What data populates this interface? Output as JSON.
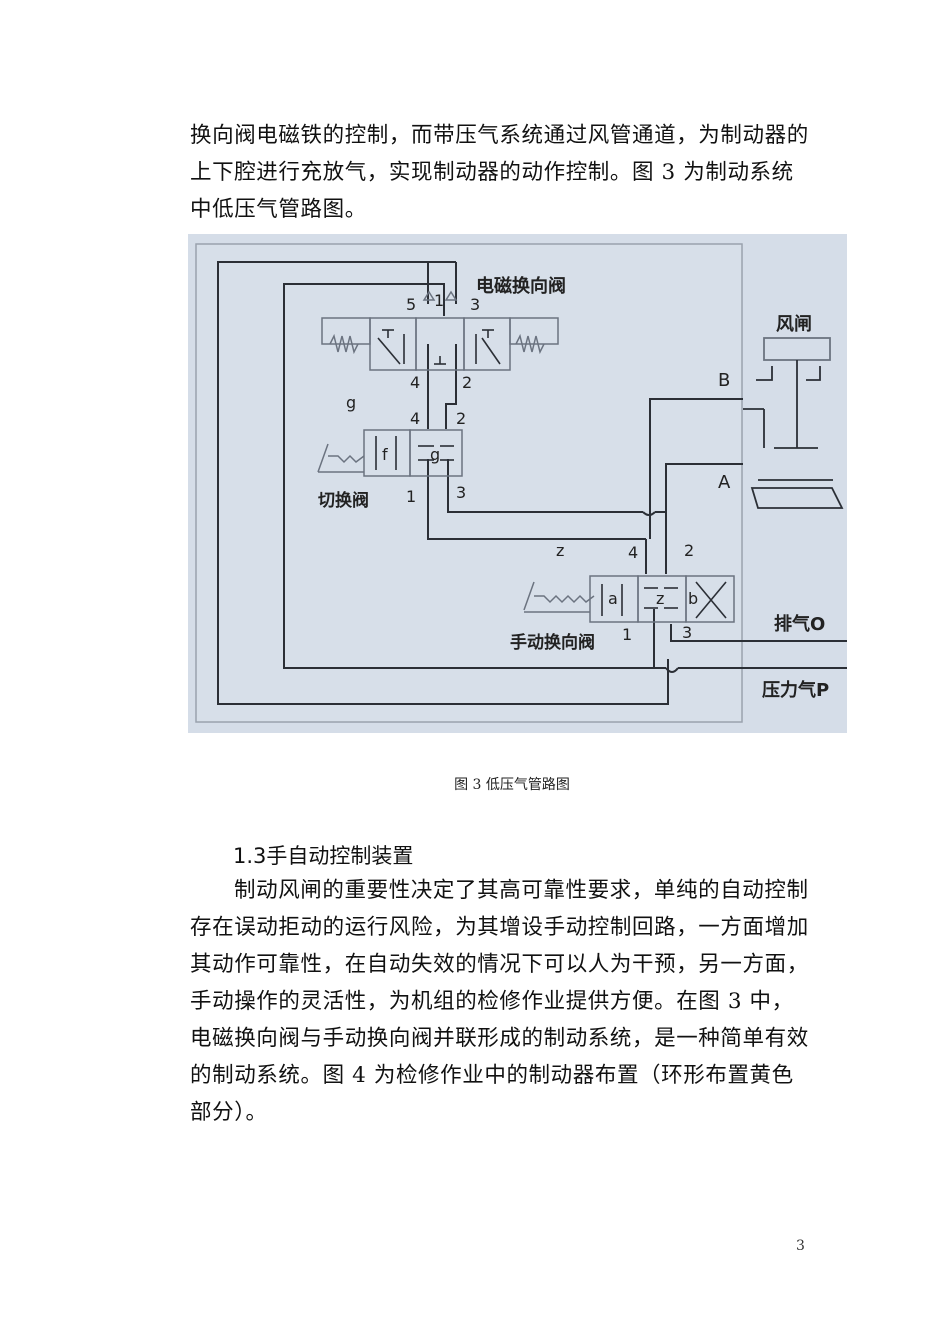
{
  "document": {
    "intro_paragraph": "换向阀电磁铁的控制，而带压气系统通过风管通道，为制动器的上下腔进行充放气，实现制动器的动作控制。图 3 为制动系统中低压气管路图。",
    "figure": {
      "caption": "图 3  低压气管路图",
      "labels": {
        "solenoid_valve": "电磁换向阀",
        "brake": "风闸",
        "switch_valve": "切换阀",
        "manual_valve": "手动换向阀",
        "exhaust": "排气O",
        "pressure_air": "压力气P",
        "port_b": "B",
        "port_a": "A",
        "solenoid_ports": [
          "5",
          "1",
          "3",
          "4",
          "2"
        ],
        "switch_ports": [
          "4",
          "2",
          "1",
          "3"
        ],
        "switch_positions": [
          "f",
          "g"
        ],
        "switch_lever_label": "g",
        "manual_ports": [
          "4",
          "2",
          "1",
          "3"
        ],
        "manual_positions": [
          "a",
          "z",
          "b"
        ],
        "manual_lever_label": "z"
      }
    },
    "section_heading": "1.3手自动控制装置",
    "body_paragraph": "制动风闸的重要性决定了其高可靠性要求，单纯的自动控制存在误动拒动的运行风险，为其增设手动控制回路，一方面增加其动作可靠性，在自动失效的情况下可以人为干预，另一方面，手动操作的灵活性，为机组的检修作业提供方便。在图 3 中，电磁换向阀与手动换向阀并联形成的制动系统，是一种简单有效的制动系统。图 4 为检修作业中的制动器布置（环形布置黄色部分）。",
    "page_number": "3"
  },
  "colors": {
    "figure_background": "#d5dde8",
    "line_dark": "#2b2f36",
    "line_gray": "#7d8591"
  }
}
